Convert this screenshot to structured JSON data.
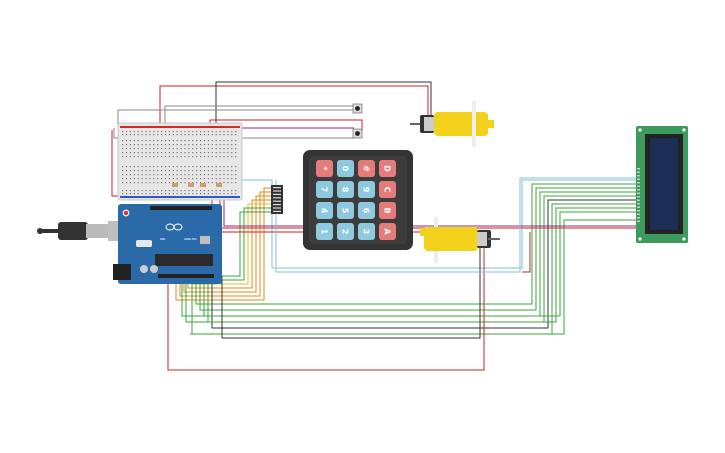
{
  "canvas": {
    "background": "#ffffff"
  },
  "arduino": {
    "model_label": "UNO",
    "brand_label": "ARDUINO",
    "board_color": "#2b6aa8"
  },
  "keypad": {
    "rows": [
      [
        "*",
        "7",
        "4",
        "1"
      ],
      [
        "0",
        "8",
        "5",
        "2"
      ],
      [
        "#",
        "9",
        "6",
        "3"
      ],
      [
        "D",
        "C",
        "B",
        "A"
      ]
    ],
    "digit_color": "#8ec9e0",
    "symbol_color": "#e57b7b",
    "body_color": "#333333"
  },
  "lcd": {
    "type": "16x2 LCD",
    "frame_color": "#3d9a5d",
    "screen_color": "#1e2f55"
  },
  "motors": [
    {
      "name": "dc-motor-top",
      "color": "#f2d21a"
    },
    {
      "name": "dc-motor-bottom",
      "color": "#f2d21a"
    }
  ],
  "breadboard": {
    "type": "half breadboard"
  },
  "pushbuttons": [
    {
      "name": "button-1"
    },
    {
      "name": "button-2"
    }
  ],
  "wire_colors": {
    "red": "#c8232b",
    "black": "#333333",
    "purple": "#8c2a7a",
    "grey": "#888888",
    "green": "#3aa63a",
    "orange": "#e68a1a",
    "light_blue": "#7fc4d6",
    "yellow": "#e0c020"
  }
}
